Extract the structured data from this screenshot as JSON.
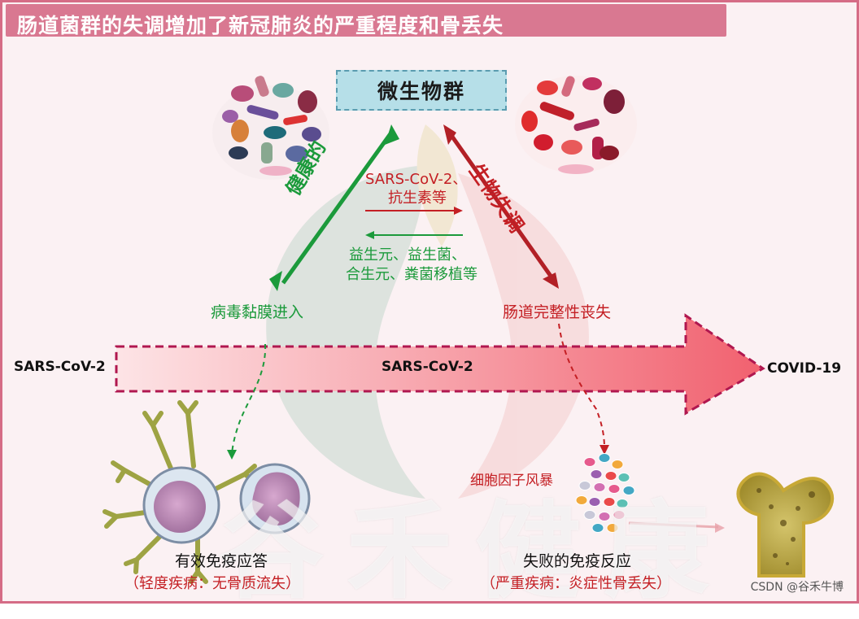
{
  "title": "肠道菌群的失调增加了新冠肺炎的严重程度和骨丢失",
  "center_box": "微生物群",
  "left_vertical": "健康的",
  "right_vertical": "生物失调",
  "mid_top_line1": "SARS-CoV-2、",
  "mid_top_line2": "抗生素等",
  "mid_bottom_line1": "益生元、益生菌、",
  "mid_bottom_line2": "合生元、粪菌移植等",
  "left_node": "病毒黏膜进入",
  "right_node": "肠道完整性丧失",
  "arrow_start": "SARS-CoV-2",
  "arrow_center": "SARS-CoV-2",
  "arrow_end": "COVID-19",
  "left_outcome": "有效免疫应答",
  "left_outcome_note": "（轻度疾病：无骨质流失）",
  "right_outcome": "失败的免疫反应",
  "right_outcome_note": "（严重疾病：炎症性骨丢失）",
  "cytokine_label": "细胞因子风暴",
  "watermark": "谷禾健康",
  "credit": "CSDN @谷禾牛博",
  "colors": {
    "accent": "#d97891",
    "healthy_green": "#1b9a3b",
    "dysbiosis_red": "#c41f24",
    "big_arrow": "#f2707d"
  }
}
